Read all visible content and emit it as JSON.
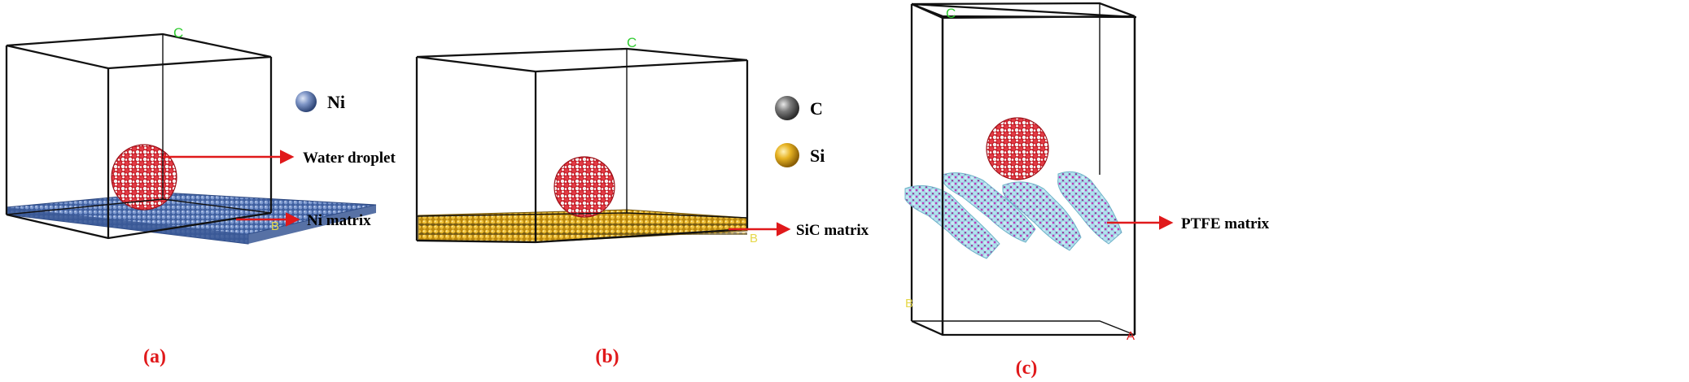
{
  "panels": [
    {
      "label": "(a)",
      "axes": {
        "c": "C",
        "b": "B"
      },
      "legend": [
        {
          "symbol": "Ni",
          "icon": "ni-atom-icon",
          "color": "#6f86b8"
        }
      ],
      "annotations": [
        "Water droplet",
        "Ni matrix"
      ]
    },
    {
      "label": "(b)",
      "axes": {
        "c": "C",
        "b": "B"
      },
      "legend": [
        {
          "symbol": "C",
          "icon": "carbon-atom-icon",
          "color": "#6e6e6e"
        },
        {
          "symbol": "Si",
          "icon": "silicon-atom-icon",
          "color": "#e3b21c"
        }
      ],
      "annotations": [
        "SiC matrix"
      ]
    },
    {
      "label": "(c)",
      "axes": {
        "c": "C",
        "b": "B",
        "a": "A"
      },
      "legend": [],
      "annotations": [
        "PTFE matrix"
      ]
    }
  ],
  "colors": {
    "box_edge": "#111111",
    "arrow": "#e0191b",
    "panel_label": "#e0191b",
    "axis_c": "#33cc33",
    "axis_b": "#e6d84a",
    "axis_a": "#e0191b",
    "water_oxygen": "#d2202a",
    "water_hydrogen": "#f2f2f2",
    "ni_matrix": "#4a6aa8",
    "sic_matrix": "#d9a81a",
    "ptfe_fluorine": "#a8d8e6",
    "ptfe_carbon": "#c033b8"
  }
}
